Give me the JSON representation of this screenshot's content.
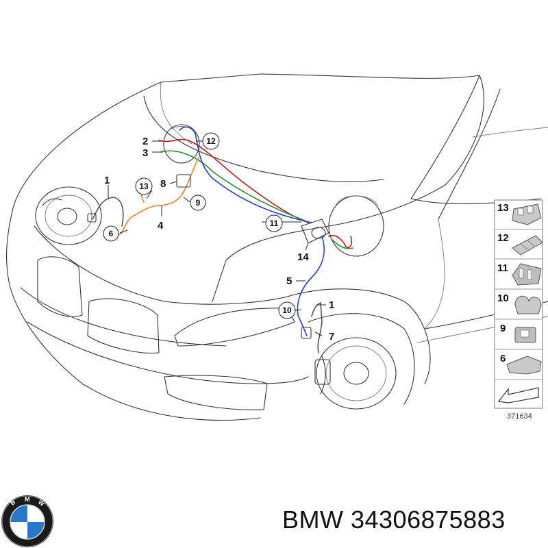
{
  "callouts": {
    "c1a": "1",
    "c2": "2",
    "c3": "3",
    "c4": "4",
    "c5": "5",
    "c6": "6",
    "c7": "7",
    "c8": "8",
    "c9": "9",
    "c10": "10",
    "c11": "11",
    "c12": "12",
    "c13": "13",
    "c14": "14",
    "c1b": "1"
  },
  "legend": {
    "items": [
      "13",
      "12",
      "11",
      "10",
      "9",
      "6"
    ],
    "ref_number": "371634"
  },
  "caption": "BMW 34306875883",
  "logo": {
    "letters": [
      "B",
      "M",
      "W"
    ],
    "colors": {
      "blue": "#2a78c8",
      "ring": "#1a1a1a"
    }
  },
  "colors": {
    "red": "#b01818",
    "green": "#2e8b2e",
    "blue": "#2a3fb0",
    "orange": "#d8882a",
    "gray": "#555555"
  }
}
